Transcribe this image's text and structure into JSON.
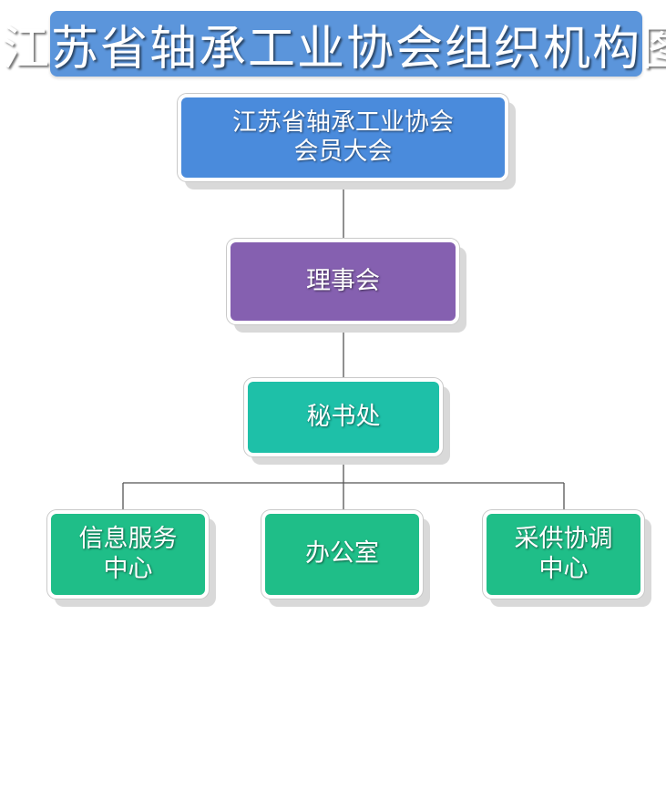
{
  "title": "江苏省轴承工业协会组织机构图",
  "nodes": {
    "assembly": {
      "line1": "江苏省轴承工业协会",
      "line2": "会员大会",
      "color": "#4a8bdc"
    },
    "council": {
      "label": "理事会",
      "color": "#8560b0"
    },
    "secretariat": {
      "label": "秘书处",
      "color": "#1ec0a8"
    },
    "info_center": {
      "line1": "信息服务",
      "line2": "中心",
      "color": "#1fbe88"
    },
    "office": {
      "label": "办公室",
      "color": "#1fbe88"
    },
    "procurement": {
      "line1": "采供协调",
      "line2": "中心",
      "color": "#1fbe88"
    }
  },
  "colors": {
    "title_bar": "#5b95db",
    "connector": "#555555"
  }
}
